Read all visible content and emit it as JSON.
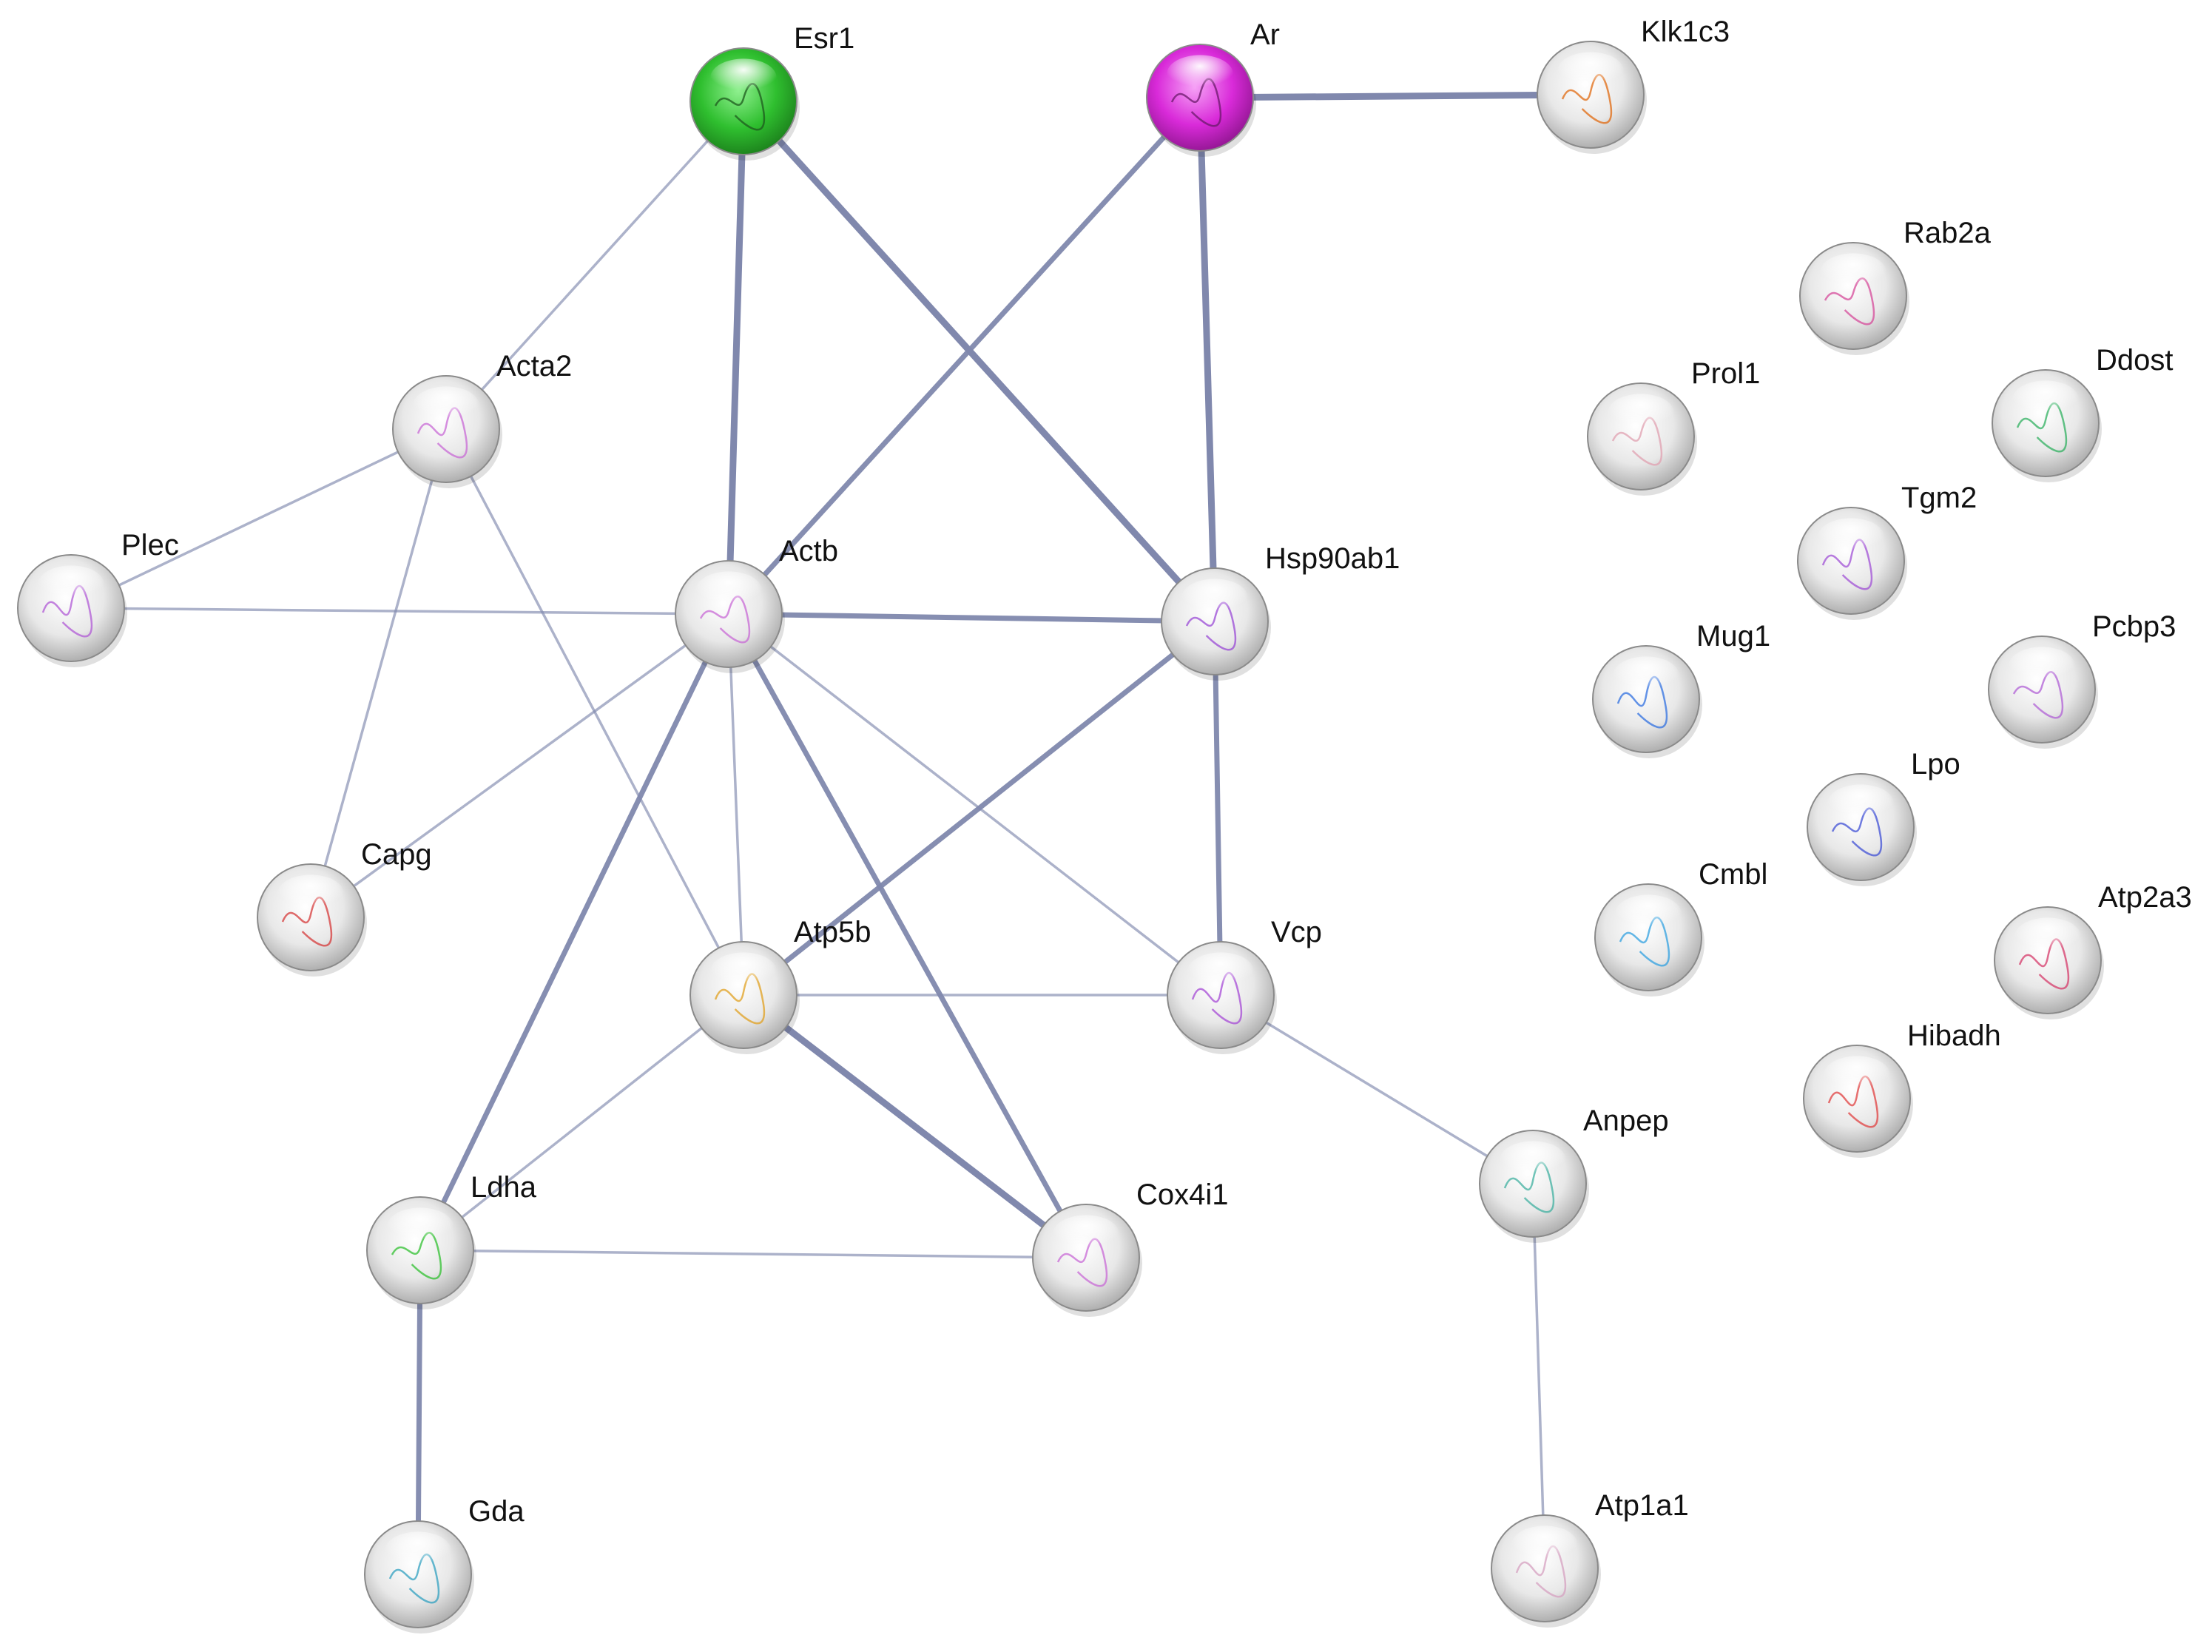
{
  "network": {
    "nodes": [
      {
        "id": "Esr1",
        "label": "Esr1",
        "color": "#2db82d",
        "structure": "#1e5a1e"
      },
      {
        "id": "Ar",
        "label": "Ar",
        "color": "#d62ad6",
        "structure": "#6a1a6a"
      },
      {
        "id": "Klk1c3",
        "label": "Klk1c3",
        "color": "#e4e4e4",
        "structure": "#e06a10"
      },
      {
        "id": "Acta2",
        "label": "Acta2",
        "color": "#e4e4e4",
        "structure": "#c86ad6"
      },
      {
        "id": "Plec",
        "label": "Plec",
        "color": "#e4e4e4",
        "structure": "#b05ad6"
      },
      {
        "id": "Actb",
        "label": "Actb",
        "color": "#e4e4e4",
        "structure": "#c86ad6"
      },
      {
        "id": "Hsp90ab1",
        "label": "Hsp90ab1",
        "color": "#e4e4e4",
        "structure": "#9a4ad6"
      },
      {
        "id": "Capg",
        "label": "Capg",
        "color": "#e4e4e4",
        "structure": "#d63a3a"
      },
      {
        "id": "Atp5b",
        "label": "Atp5b",
        "color": "#e4e4e4",
        "structure": "#e0a020"
      },
      {
        "id": "Vcp",
        "label": "Vcp",
        "color": "#e4e4e4",
        "structure": "#a64ad6"
      },
      {
        "id": "Ldha",
        "label": "Ldha",
        "color": "#e4e4e4",
        "structure": "#30c030"
      },
      {
        "id": "Cox4i1",
        "label": "Cox4i1",
        "color": "#e4e4e4",
        "structure": "#c86ad6"
      },
      {
        "id": "Gda",
        "label": "Gda",
        "color": "#e4e4e4",
        "structure": "#30a0c0"
      },
      {
        "id": "Anpep",
        "label": "Anpep",
        "color": "#e4e4e4",
        "structure": "#40b0a0"
      },
      {
        "id": "Atp1a1",
        "label": "Atp1a1",
        "color": "#e4e4e4",
        "structure": "#d6a0c0"
      },
      {
        "id": "Rab2a",
        "label": "Rab2a",
        "color": "#e4e4e4",
        "structure": "#d64a9a"
      },
      {
        "id": "Prol1",
        "label": "Prol1",
        "color": "#e4e4e4",
        "structure": "#e0a0b0"
      },
      {
        "id": "Ddost",
        "label": "Ddost",
        "color": "#e4e4e4",
        "structure": "#30b060"
      },
      {
        "id": "Tgm2",
        "label": "Tgm2",
        "color": "#e4e4e4",
        "structure": "#a050d6"
      },
      {
        "id": "Mug1",
        "label": "Mug1",
        "color": "#e4e4e4",
        "structure": "#3070e0"
      },
      {
        "id": "Pcbp3",
        "label": "Pcbp3",
        "color": "#e4e4e4",
        "structure": "#b060d6"
      },
      {
        "id": "Lpo",
        "label": "Lpo",
        "color": "#e4e4e4",
        "structure": "#4050d6"
      },
      {
        "id": "Cmbl",
        "label": "Cmbl",
        "color": "#e4e4e4",
        "structure": "#30a0e0"
      },
      {
        "id": "Atp2a3",
        "label": "Atp2a3",
        "color": "#e4e4e4",
        "structure": "#d63a6a"
      },
      {
        "id": "Hibadh",
        "label": "Hibadh",
        "color": "#e4e4e4",
        "structure": "#e04040"
      }
    ],
    "edges": [
      {
        "source": "Esr1",
        "target": "Actb",
        "strength": "strong"
      },
      {
        "source": "Esr1",
        "target": "Hsp90ab1",
        "strength": "strong"
      },
      {
        "source": "Esr1",
        "target": "Acta2",
        "strength": "weak"
      },
      {
        "source": "Ar",
        "target": "Klk1c3",
        "strength": "strong"
      },
      {
        "source": "Ar",
        "target": "Hsp90ab1",
        "strength": "strong"
      },
      {
        "source": "Ar",
        "target": "Actb",
        "strength": "medium"
      },
      {
        "source": "Acta2",
        "target": "Plec",
        "strength": "weak"
      },
      {
        "source": "Acta2",
        "target": "Capg",
        "strength": "weak"
      },
      {
        "source": "Acta2",
        "target": "Atp5b",
        "strength": "weak"
      },
      {
        "source": "Plec",
        "target": "Actb",
        "strength": "weak"
      },
      {
        "source": "Actb",
        "target": "Hsp90ab1",
        "strength": "medium"
      },
      {
        "source": "Actb",
        "target": "Capg",
        "strength": "weak"
      },
      {
        "source": "Actb",
        "target": "Atp5b",
        "strength": "weak"
      },
      {
        "source": "Actb",
        "target": "Vcp",
        "strength": "weak"
      },
      {
        "source": "Actb",
        "target": "Ldha",
        "strength": "medium"
      },
      {
        "source": "Actb",
        "target": "Cox4i1",
        "strength": "medium"
      },
      {
        "source": "Hsp90ab1",
        "target": "Vcp",
        "strength": "medium"
      },
      {
        "source": "Hsp90ab1",
        "target": "Atp5b",
        "strength": "medium"
      },
      {
        "source": "Atp5b",
        "target": "Vcp",
        "strength": "weak"
      },
      {
        "source": "Atp5b",
        "target": "Ldha",
        "strength": "weak"
      },
      {
        "source": "Atp5b",
        "target": "Cox4i1",
        "strength": "strong"
      },
      {
        "source": "Ldha",
        "target": "Cox4i1",
        "strength": "weak"
      },
      {
        "source": "Ldha",
        "target": "Gda",
        "strength": "medium"
      },
      {
        "source": "Vcp",
        "target": "Anpep",
        "strength": "weak"
      },
      {
        "source": "Anpep",
        "target": "Atp1a1",
        "strength": "weak"
      }
    ],
    "edge_color": "#8088ad",
    "node_outline": "#8a8a8a"
  }
}
